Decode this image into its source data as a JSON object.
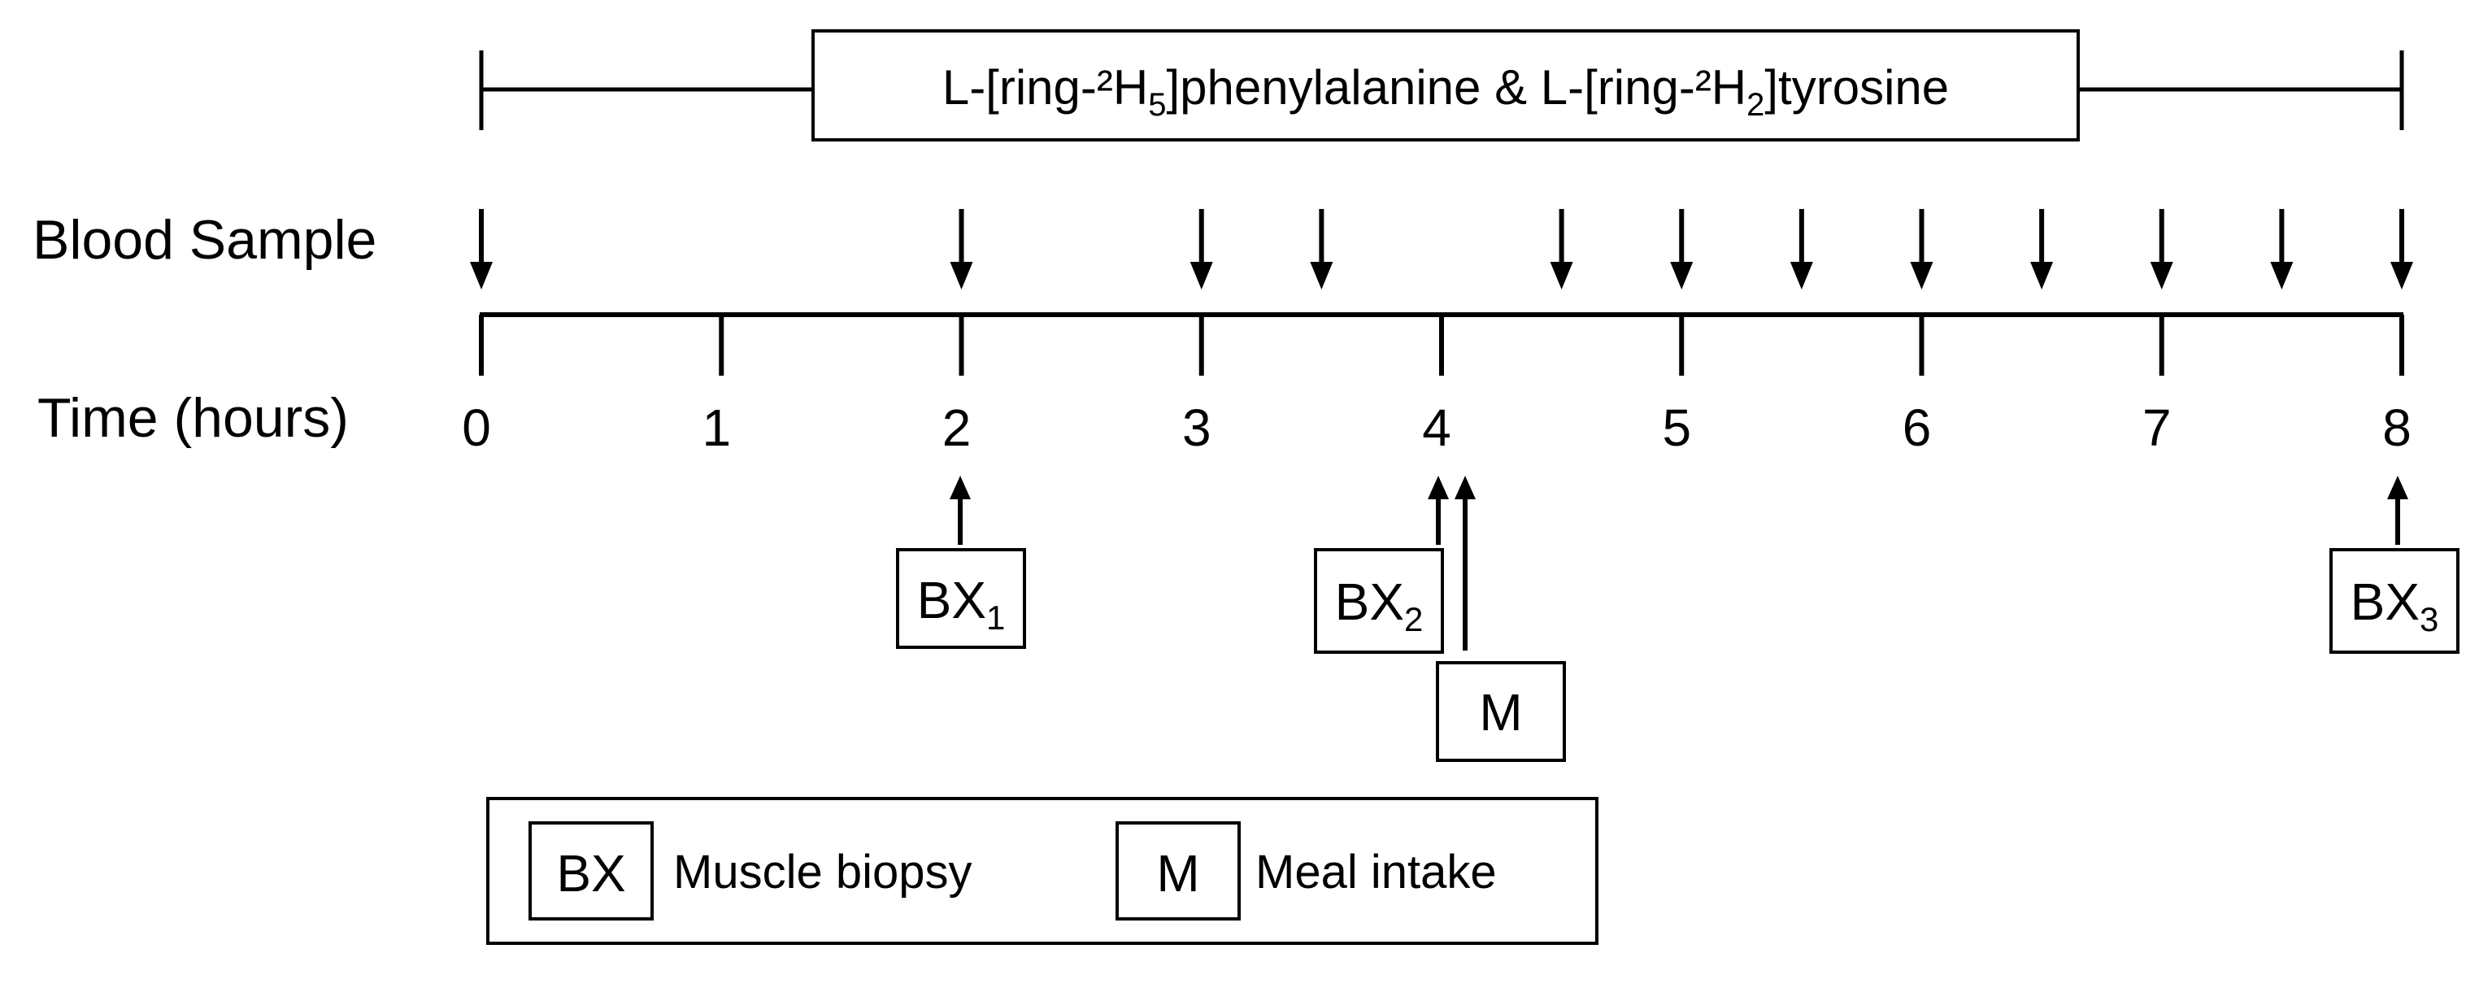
{
  "infusion": {
    "prefix": "L-[ring-²H",
    "sub1": "5",
    "middle": "]phenylalanine & L-[ring-²H",
    "sub2": "2",
    "suffix": "]tyrosine"
  },
  "blood_sample": {
    "label": "Blood Sample",
    "times_hours": [
      0,
      2,
      3,
      3.5,
      4.5,
      5,
      5.5,
      6,
      6.5,
      7,
      7.5,
      8
    ]
  },
  "time_axis": {
    "label": "Time (hours)",
    "ticks": [
      {
        "hour": 0,
        "label": "0"
      },
      {
        "hour": 1,
        "label": "1"
      },
      {
        "hour": 2,
        "label": "2"
      },
      {
        "hour": 3,
        "label": "3"
      },
      {
        "hour": 4,
        "label": "4"
      },
      {
        "hour": 5,
        "label": "5"
      },
      {
        "hour": 6,
        "label": "6"
      },
      {
        "hour": 7,
        "label": "7"
      },
      {
        "hour": 8,
        "label": "8"
      }
    ]
  },
  "events": {
    "bx1": {
      "base": "BX",
      "sub": "1",
      "hour": 2
    },
    "bx2": {
      "base": "BX",
      "sub": "2",
      "hour": 4
    },
    "bx3": {
      "base": "BX",
      "sub": "3",
      "hour": 8
    },
    "meal": {
      "text": "M",
      "hour": 4.1
    }
  },
  "legend": {
    "bx_symbol": "BX",
    "bx_text": "Muscle biopsy",
    "m_symbol": "M",
    "m_text": "Meal intake"
  }
}
